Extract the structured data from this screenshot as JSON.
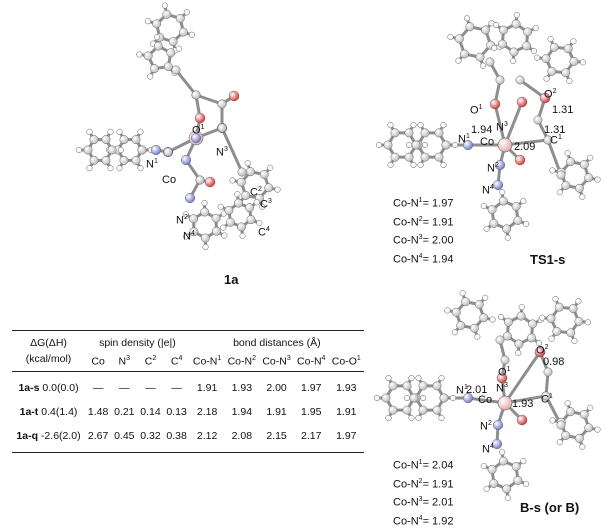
{
  "structures": {
    "s1a": {
      "name": "1a",
      "atoms": [
        {
          "t": "Co"
        },
        {
          "t": "O",
          "sup": "1"
        },
        {
          "t": "N",
          "sup": "1"
        },
        {
          "t": "N",
          "sup": "2"
        },
        {
          "t": "N",
          "sup": "3"
        },
        {
          "t": "N",
          "sup": "4"
        },
        {
          "t": "C",
          "sup": "2"
        },
        {
          "t": "C",
          "sup": "3"
        },
        {
          "t": "C",
          "sup": "4"
        }
      ]
    },
    "ts1s": {
      "name": "TS1-s",
      "atoms": [
        {
          "t": "O",
          "sup": "1"
        },
        {
          "t": "O",
          "sup": "2"
        },
        {
          "t": "Co"
        },
        {
          "t": "N",
          "sup": "1"
        },
        {
          "t": "N",
          "sup": "2"
        },
        {
          "t": "N",
          "sup": "3"
        },
        {
          "t": "N",
          "sup": "4"
        },
        {
          "t": "C",
          "sup": "1"
        }
      ],
      "marks": [
        "1.31",
        "1.31",
        "1.94",
        "2.09"
      ],
      "distances": [
        {
          "atom": "Co-N",
          "sup": "1",
          "eq": "= 1.97"
        },
        {
          "atom": "Co-N",
          "sup": "2",
          "eq": "= 1.91"
        },
        {
          "atom": "Co-N",
          "sup": "3",
          "eq": "= 2.00"
        },
        {
          "atom": "Co-N",
          "sup": "4",
          "eq": "= 1.94"
        }
      ]
    },
    "bs": {
      "name": "B-s (or B)",
      "atoms": [
        {
          "t": "O",
          "sup": "1"
        },
        {
          "t": "O",
          "sup": "2"
        },
        {
          "t": "Co"
        },
        {
          "t": "N",
          "sup": "1"
        },
        {
          "t": "N",
          "sup": "2"
        },
        {
          "t": "N",
          "sup": "3"
        },
        {
          "t": "N",
          "sup": "4"
        },
        {
          "t": "C",
          "sup": "1"
        }
      ],
      "marks": [
        "0.98",
        "2.01",
        "1.93"
      ],
      "distances": [
        {
          "atom": "Co-N",
          "sup": "1",
          "eq": "= 2.04"
        },
        {
          "atom": "Co-N",
          "sup": "2",
          "eq": "= 1.91"
        },
        {
          "atom": "Co-N",
          "sup": "3",
          "eq": "= 2.01"
        },
        {
          "atom": "Co-N",
          "sup": "4",
          "eq": "= 1.92"
        }
      ]
    }
  },
  "table": {
    "h_dg": "ΔG(ΔH)",
    "h_unit": "(kcal/mol)",
    "h_spin": "spin density (|e|)",
    "h_bond": "bond distances (Å)",
    "cols": [
      {
        "b": "Co",
        "s": ""
      },
      {
        "b": "N",
        "s": "3"
      },
      {
        "b": "C",
        "s": "2"
      },
      {
        "b": "C",
        "s": "4"
      },
      {
        "b": "Co-N",
        "s": "1"
      },
      {
        "b": "Co-N",
        "s": "2"
      },
      {
        "b": "Co-N",
        "s": "3"
      },
      {
        "b": "Co-N",
        "s": "4"
      },
      {
        "b": "Co-O",
        "s": "1"
      }
    ],
    "rows": [
      {
        "name": "1a-s",
        "dg": "0.0(0.0)",
        "vals": [
          "—",
          "—",
          "—",
          "—",
          "1.91",
          "1.93",
          "2.00",
          "1.97",
          "1.93"
        ]
      },
      {
        "name": "1a-t",
        "dg": "0.4(1.4)",
        "vals": [
          "1.48",
          "0.21",
          "0.14",
          "0.13",
          "2.18",
          "1.94",
          "1.91",
          "1.95",
          "1.91"
        ]
      },
      {
        "name": "1a-q",
        "dg": "-2.6(2.0)",
        "vals": [
          "2.67",
          "0.45",
          "0.32",
          "0.38",
          "2.12",
          "2.08",
          "2.15",
          "2.17",
          "1.97"
        ]
      }
    ]
  },
  "colors": {
    "carbon": "#b9b9b9",
    "hydrogen": "#f2f2f2",
    "oxygen": "#d62b2b",
    "nitrogen": "#6a74c9",
    "cobalt": "#e2a7a7",
    "bond": "#8e8e8e"
  }
}
